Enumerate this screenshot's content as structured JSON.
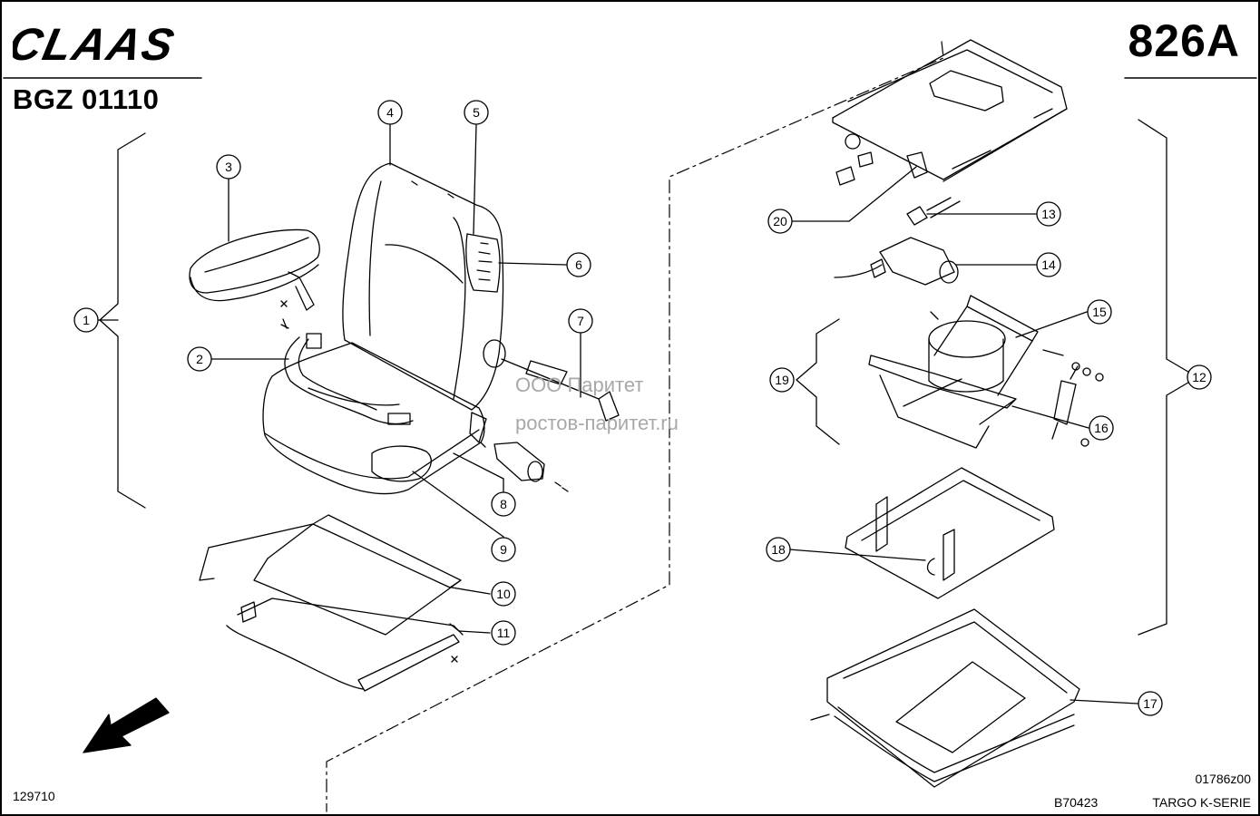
{
  "header": {
    "brand": "CLAAS",
    "catalog_code": "BGZ 01110",
    "page_number": "826A"
  },
  "watermark": {
    "line1": "ООО Паритет",
    "line2": "ростов-паритет.ru"
  },
  "footer": {
    "left_code": "129710",
    "drawing_number": "01786z00",
    "sheet_code": "B70423",
    "series": "TARGO K-SERIE"
  },
  "callouts": [
    "1",
    "2",
    "3",
    "4",
    "5",
    "6",
    "7",
    "8",
    "9",
    "10",
    "11",
    "12",
    "13",
    "14",
    "15",
    "16",
    "17",
    "18",
    "19",
    "20"
  ],
  "colors": {
    "line": "#000000",
    "background": "#ffffff",
    "watermark": "#a8a8a8"
  },
  "icons": {
    "direction_arrow": "arrow-down-left-icon"
  }
}
